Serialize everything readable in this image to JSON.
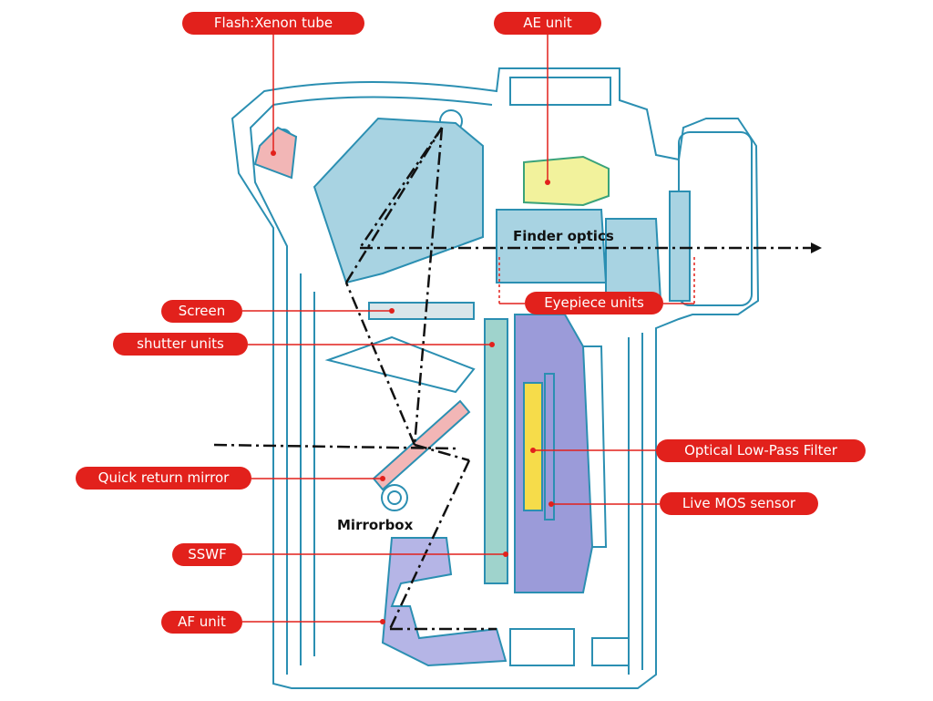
{
  "labels": {
    "flash": "Flash:Xenon tube",
    "ae_unit": "AE unit",
    "finder_optics": "Finder optics",
    "screen": "Screen",
    "eyepiece_units": "Eyepiece units",
    "shutter_units": "shutter units",
    "olpf": "Optical Low-Pass Filter",
    "quick_return_mirror": "Quick return mirror",
    "live_mos_sensor": "Live MOS sensor",
    "mirrorbox": "Mirrorbox",
    "sswf": "SSWF",
    "af_unit": "AF unit"
  },
  "colors": {
    "label_red": "#e2211c",
    "outline_teal": "#2b8fb2",
    "prism_blue": "#a8d3e2",
    "ae_yellow": "#f2f29c",
    "sensor_purple": "#9b9bd9",
    "sensor_yellow": "#f6dc4a",
    "flash_pink": "#f2b6b6",
    "sswf_green": "#9fd3cc"
  }
}
